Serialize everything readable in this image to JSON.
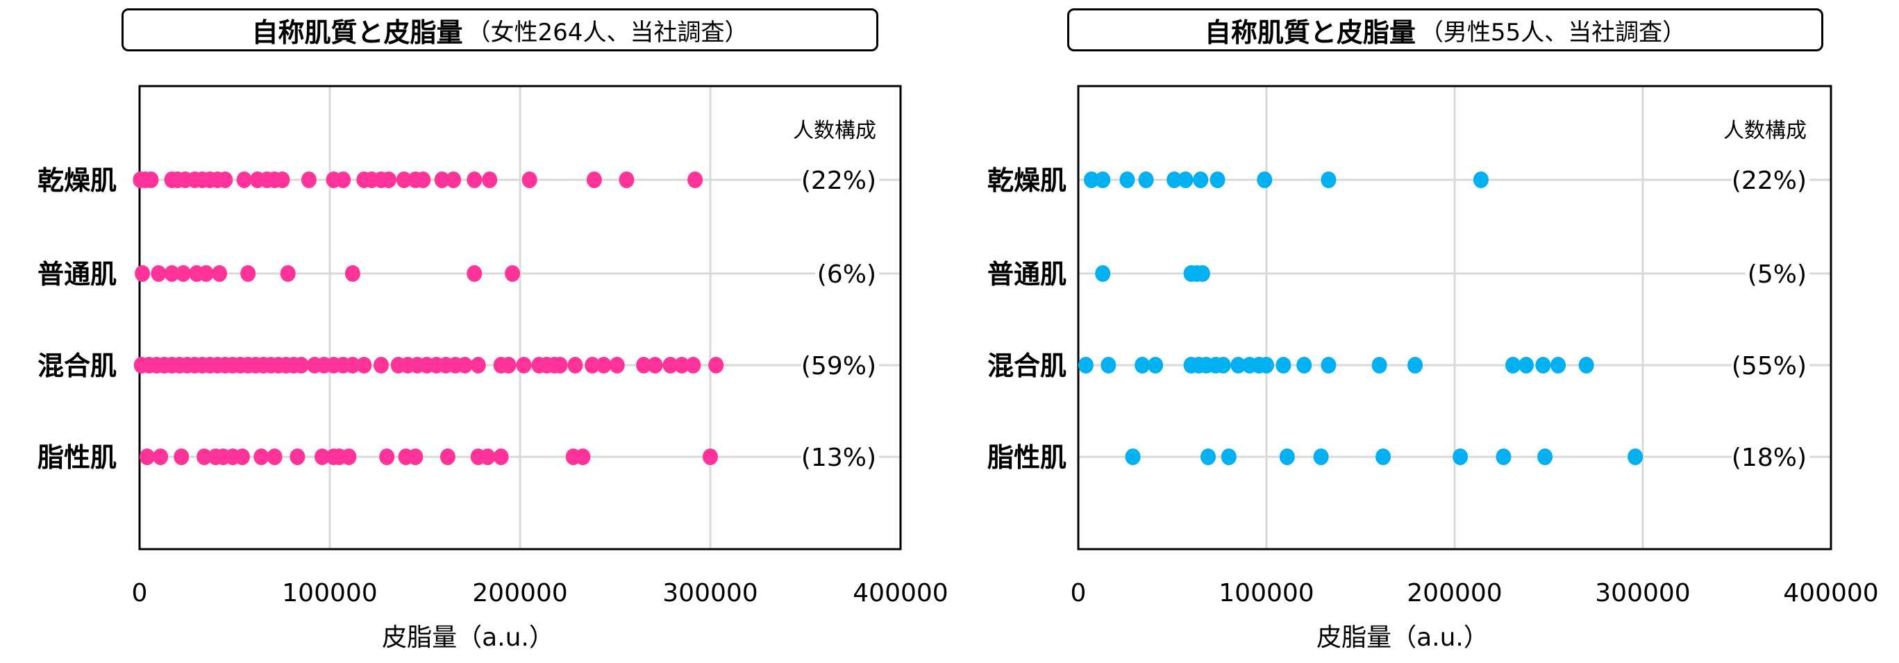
{
  "chart_data": [
    {
      "type": "scatter",
      "title": "自称肌質と皮脂量",
      "subtitle": "（女性264人、当社調査）",
      "xlabel": "皮脂量（a.u.）",
      "ylabel": "",
      "xlim": [
        0,
        400000
      ],
      "xticks": [
        "0",
        "100000",
        "200000",
        "300000",
        "400000"
      ],
      "xtick_values": [
        0,
        100000,
        200000,
        300000,
        400000
      ],
      "grid": true,
      "color": "#FF3399",
      "composition_header": "人数構成",
      "categories": [
        "乾燥肌",
        "普通肌",
        "混合肌",
        "脂性肌"
      ],
      "composition": [
        "(22%)",
        "(6%)",
        "(59%)",
        "(13%)"
      ],
      "series": [
        {
          "name": "乾燥肌",
          "values": [
            500,
            3000,
            6000,
            17000,
            20000,
            24000,
            29000,
            33000,
            37000,
            41000,
            45000,
            55000,
            62000,
            67000,
            71000,
            75000,
            89000,
            102000,
            107000,
            118000,
            122000,
            127000,
            131000,
            139000,
            145000,
            149000,
            159000,
            165000,
            176000,
            184000,
            205000,
            239000,
            256000,
            292000
          ]
        },
        {
          "name": "普通肌",
          "values": [
            1500,
            10000,
            17000,
            23000,
            30000,
            35000,
            42000,
            57000,
            78000,
            112000,
            176000,
            196000
          ]
        },
        {
          "name": "混合肌",
          "values": [
            1000,
            5000,
            9000,
            13000,
            17000,
            21000,
            25000,
            29000,
            33000,
            37000,
            41000,
            45000,
            49000,
            53000,
            57000,
            61000,
            65000,
            69000,
            73000,
            77000,
            81000,
            85000,
            92000,
            97000,
            102000,
            107000,
            112000,
            118000,
            127000,
            136000,
            141000,
            146000,
            151000,
            156000,
            161000,
            166000,
            171000,
            178000,
            190000,
            194000,
            202000,
            210000,
            214000,
            218000,
            221000,
            229000,
            238000,
            244000,
            251000,
            265000,
            271000,
            279000,
            285000,
            291000,
            303000
          ]
        },
        {
          "name": "脂性肌",
          "values": [
            4000,
            11000,
            22000,
            34000,
            40000,
            44000,
            49000,
            54000,
            64000,
            71000,
            83000,
            96000,
            102000,
            105000,
            110000,
            130000,
            140000,
            145000,
            162000,
            178000,
            183000,
            190000,
            228000,
            233000,
            300000
          ]
        }
      ]
    },
    {
      "type": "scatter",
      "title": "自称肌質と皮脂量",
      "subtitle": "（男性55人、当社調査）",
      "xlabel": "皮脂量（a.u.）",
      "ylabel": "",
      "xlim": [
        0,
        400000
      ],
      "xticks": [
        "0",
        "100000",
        "200000",
        "300000",
        "400000"
      ],
      "xtick_values": [
        0,
        100000,
        200000,
        300000,
        400000
      ],
      "grid": true,
      "color": "#00B0F0",
      "composition_header": "人数構成",
      "categories": [
        "乾燥肌",
        "普通肌",
        "混合肌",
        "脂性肌"
      ],
      "composition": [
        "(22%)",
        "(5%)",
        "(55%)",
        "(18%)"
      ],
      "series": [
        {
          "name": "乾燥肌",
          "values": [
            7000,
            13000,
            26000,
            36000,
            51000,
            57000,
            65000,
            74000,
            99000,
            133000,
            214000
          ]
        },
        {
          "name": "普通肌",
          "values": [
            13000,
            60000,
            63000,
            66000
          ]
        },
        {
          "name": "混合肌",
          "values": [
            4000,
            16000,
            34000,
            41000,
            60000,
            64000,
            68000,
            73000,
            77000,
            85000,
            91000,
            96000,
            100000,
            109000,
            120000,
            133000,
            160000,
            179000,
            231000,
            238000,
            247000,
            255000,
            270000
          ]
        },
        {
          "name": "脂性肌",
          "values": [
            29000,
            69000,
            80000,
            111000,
            129000,
            162000,
            203000,
            226000,
            248000,
            296000
          ]
        }
      ]
    }
  ]
}
